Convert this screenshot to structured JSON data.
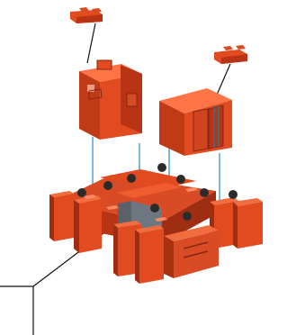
{
  "diagram": {
    "background_color": "#ffffff",
    "part_color": "#e24a1f",
    "part_shade_color": "#b93414",
    "part_dark_color": "#8b2510",
    "guide_line_color": "#56a8e0",
    "leader_line_color": "#111111",
    "joint_color": "#2b2b2b",
    "slot_color": "#5a6168",
    "parts": [
      "top-left-pin",
      "top-right-pin",
      "left-angle-block",
      "right-bracket-block",
      "base-assembly"
    ]
  }
}
